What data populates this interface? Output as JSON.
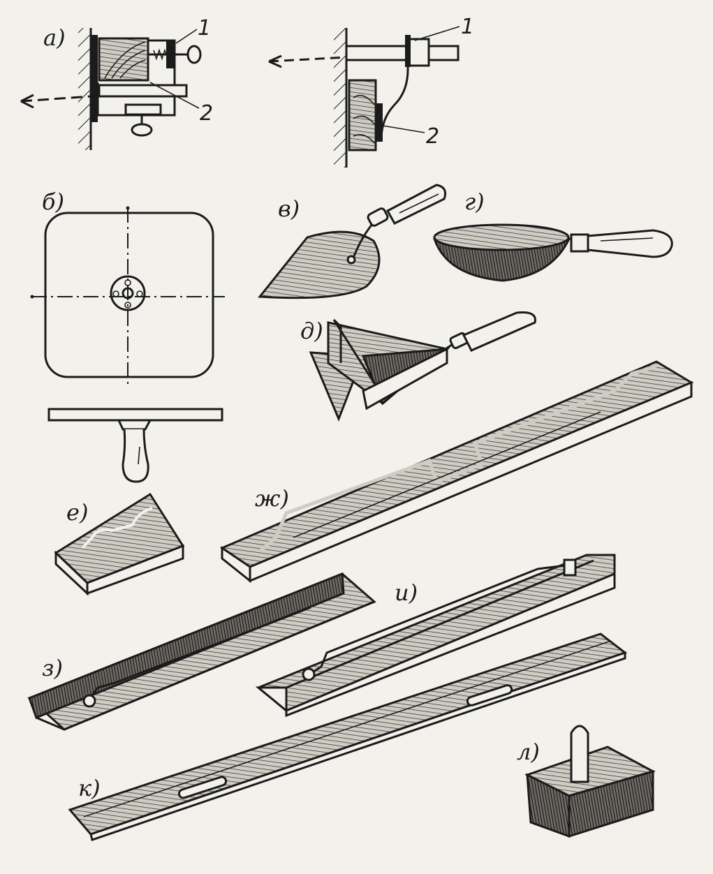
{
  "labels": {
    "a": "а)",
    "b": "б)",
    "v": "в)",
    "g": "г)",
    "d": "д)",
    "e": "е)",
    "zh": "ж)",
    "z": "з)",
    "i": "и)",
    "k": "к)",
    "l": "л)"
  },
  "callouts": {
    "a_left_1": "1",
    "a_left_2": "2",
    "a_right_1": "1",
    "a_right_2": "2"
  },
  "colors": {
    "ink": "#1b1b1b",
    "paper": "#f3f1ec"
  }
}
